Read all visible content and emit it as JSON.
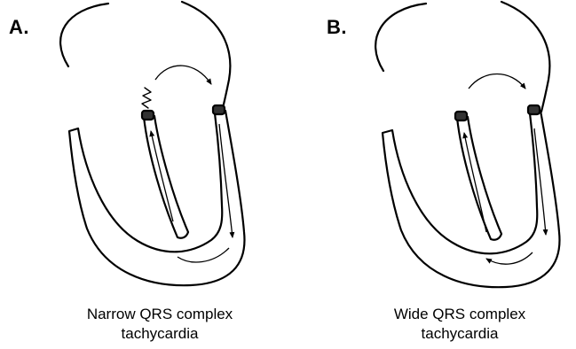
{
  "panels": [
    {
      "letter": "A.",
      "caption_line1": "Narrow QRS complex",
      "caption_line2": "tachycardia"
    },
    {
      "letter": "B.",
      "caption_line1": "Wide QRS complex",
      "caption_line2": "tachycardia"
    }
  ],
  "colors": {
    "stroke": "#000000",
    "background": "#ffffff"
  }
}
